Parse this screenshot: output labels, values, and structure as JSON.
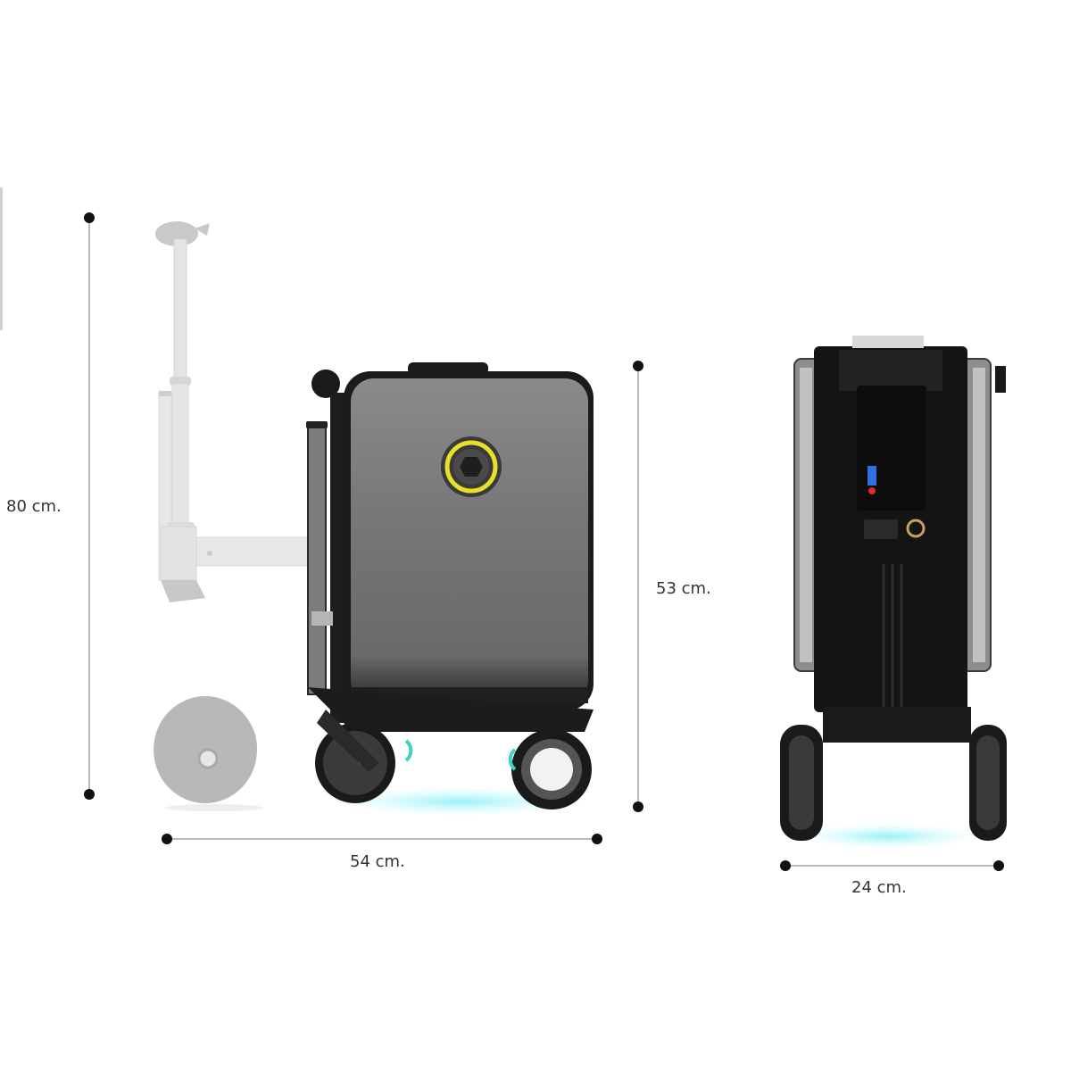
{
  "diagram": {
    "subject": "Rideable electric suitcase dimensions",
    "views": [
      {
        "id": "side-view",
        "description": "Side view with extended scooter handle (ghosted)"
      },
      {
        "id": "front-view",
        "description": "Narrow side/front profile view"
      }
    ],
    "dimensions": {
      "extended_height": {
        "label": "80 cm.",
        "orientation": "vertical"
      },
      "body_height": {
        "label": "53 cm.",
        "orientation": "vertical"
      },
      "extended_length": {
        "label": "54 cm.",
        "orientation": "horizontal"
      },
      "width": {
        "label": "24 cm.",
        "orientation": "horizontal"
      }
    },
    "colors": {
      "shell": "#6d6d6d",
      "frame": "#1c1c1c",
      "accent_ring": "#e8e02a",
      "led_glow": "#9ff0f2",
      "ghost": "#d3d3d3",
      "dimension_line": "#b9b9b9",
      "dimension_dot": "#111111"
    }
  }
}
